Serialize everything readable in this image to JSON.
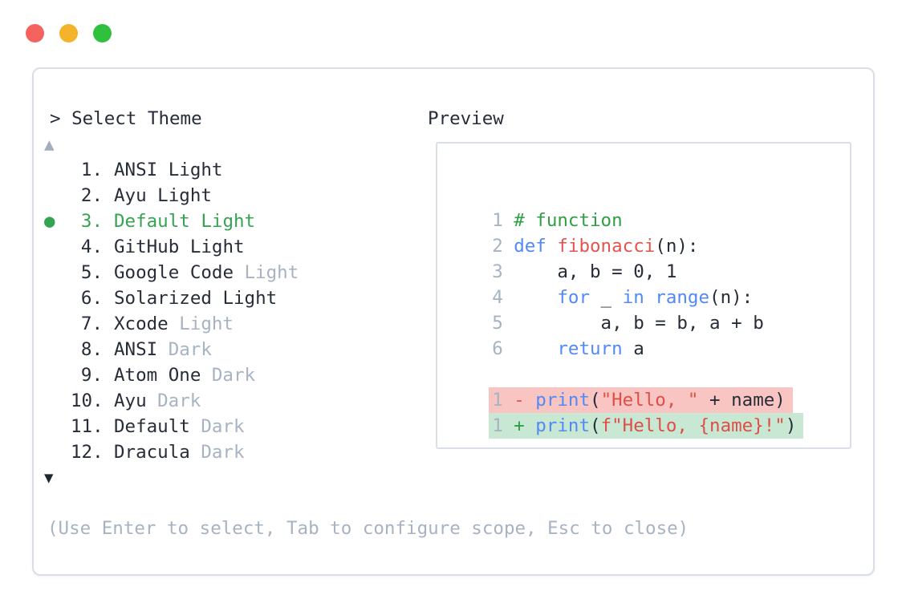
{
  "window": {
    "traffic_lights": [
      {
        "name": "close",
        "color": "#f4635e"
      },
      {
        "name": "minimize",
        "color": "#f3b32b"
      },
      {
        "name": "maximize",
        "color": "#2fc13e"
      }
    ]
  },
  "theme_selector": {
    "prompt": "> Select Theme",
    "scroll_up_indicator": "▲",
    "scroll_down_indicator": "▼",
    "selected_marker": "●",
    "items": [
      {
        "number": "1.",
        "name": "ANSI Light",
        "dim": "",
        "selected": false
      },
      {
        "number": "2.",
        "name": "Ayu Light",
        "dim": "",
        "selected": false
      },
      {
        "number": "3.",
        "name": "Default Light",
        "dim": "",
        "selected": true
      },
      {
        "number": "4.",
        "name": "GitHub Light",
        "dim": "",
        "selected": false
      },
      {
        "number": "5.",
        "name": "Google Code",
        "dim": "Light",
        "selected": false
      },
      {
        "number": "6.",
        "name": "Solarized Light",
        "dim": "",
        "selected": false
      },
      {
        "number": "7.",
        "name": "Xcode",
        "dim": "Light",
        "selected": false
      },
      {
        "number": "8.",
        "name": "ANSI",
        "dim": "Dark",
        "selected": false
      },
      {
        "number": "9.",
        "name": "Atom One",
        "dim": "Dark",
        "selected": false
      },
      {
        "number": "10.",
        "name": "Ayu",
        "dim": "Dark",
        "selected": false
      },
      {
        "number": "11.",
        "name": "Default",
        "dim": "Dark",
        "selected": false
      },
      {
        "number": "12.",
        "name": "Dracula",
        "dim": "Dark",
        "selected": false
      }
    ],
    "help": "(Use Enter to select, Tab to configure scope, Esc to close)"
  },
  "preview": {
    "label": "Preview",
    "lines": [
      {
        "gutter": "1",
        "segments": [
          {
            "t": "# function",
            "c": "comment"
          }
        ]
      },
      {
        "gutter": "2",
        "segments": [
          {
            "t": "def",
            "c": "keyword"
          },
          {
            "t": " ",
            "c": "plain"
          },
          {
            "t": "fibonacci",
            "c": "function"
          },
          {
            "t": "(n):",
            "c": "plain"
          }
        ]
      },
      {
        "gutter": "3",
        "segments": [
          {
            "t": "    a, b = 0, 1",
            "c": "plain"
          }
        ]
      },
      {
        "gutter": "4",
        "segments": [
          {
            "t": "    ",
            "c": "plain"
          },
          {
            "t": "for",
            "c": "keyword"
          },
          {
            "t": " _ ",
            "c": "plain"
          },
          {
            "t": "in",
            "c": "keyword"
          },
          {
            "t": " ",
            "c": "plain"
          },
          {
            "t": "range",
            "c": "keyword"
          },
          {
            "t": "(n):",
            "c": "plain"
          }
        ]
      },
      {
        "gutter": "5",
        "segments": [
          {
            "t": "        a, b = b, a + b",
            "c": "plain"
          }
        ]
      },
      {
        "gutter": "6",
        "segments": [
          {
            "t": "    ",
            "c": "plain"
          },
          {
            "t": "return",
            "c": "keyword"
          },
          {
            "t": " a",
            "c": "plain"
          }
        ]
      },
      {
        "gutter": "",
        "segments": []
      },
      {
        "gutter": "1",
        "diff": "removed",
        "sign": "-",
        "segments": [
          {
            "t": "print",
            "c": "keyword"
          },
          {
            "t": "(",
            "c": "plain"
          },
          {
            "t": "\"Hello, \"",
            "c": "string"
          },
          {
            "t": " + name)",
            "c": "plain"
          }
        ]
      },
      {
        "gutter": "1",
        "diff": "added",
        "sign": "+",
        "segments": [
          {
            "t": "print",
            "c": "keyword"
          },
          {
            "t": "(",
            "c": "plain"
          },
          {
            "t": "f\"Hello, {name}!\"",
            "c": "string"
          },
          {
            "t": ")",
            "c": "plain"
          }
        ]
      }
    ]
  },
  "colors": {
    "selected_green": "#35a452",
    "comment_green": "#2f9e44",
    "keyword_blue": "#5289f5",
    "function_red": "#e2554e",
    "string_red": "#dd4f48",
    "removed_bg": "#f8c5c3",
    "added_bg": "#c9e8d3",
    "dim_gray": "#a8b3c2",
    "text_dark": "#272d38",
    "traffic_red": "#f4635e",
    "traffic_yellow": "#f3b32b",
    "traffic_green": "#2fc13e"
  }
}
